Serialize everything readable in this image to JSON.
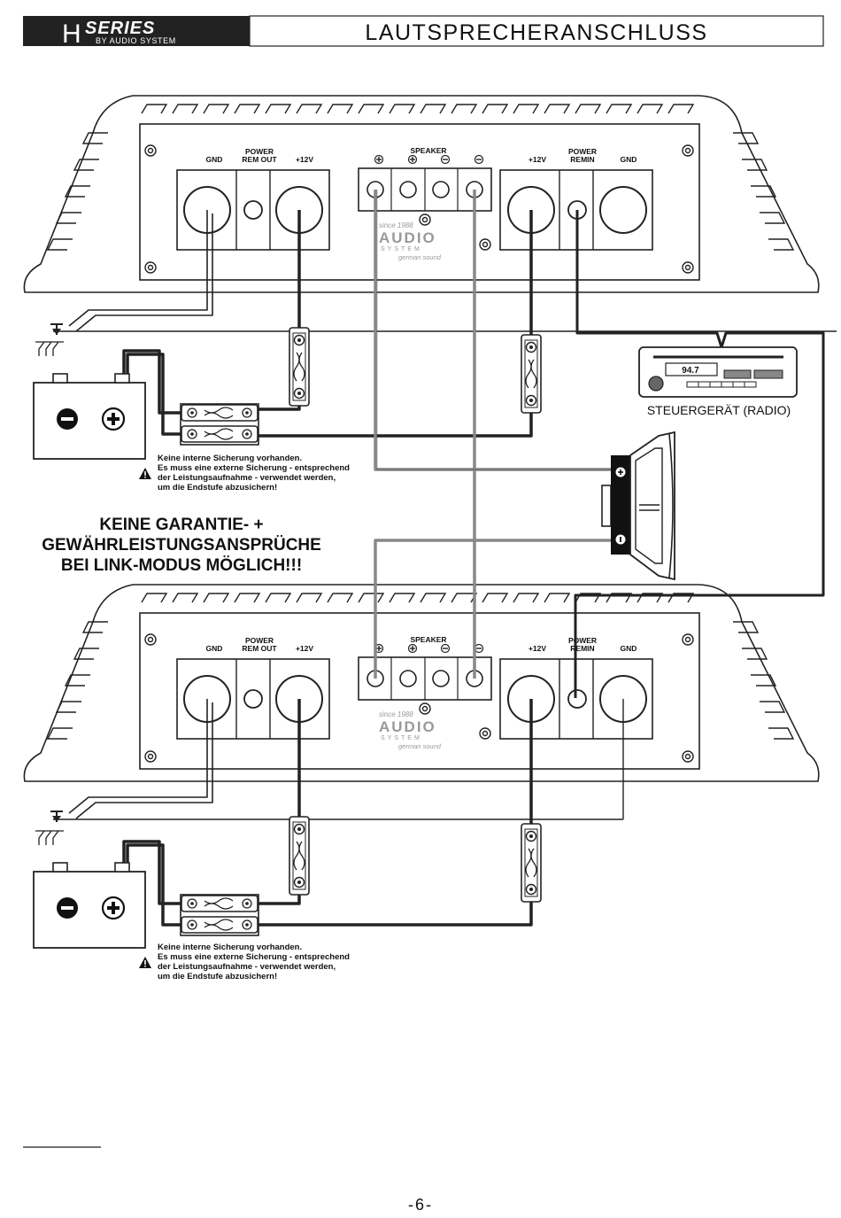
{
  "header": {
    "logo_letter": "H",
    "logo_series": "SERIES",
    "logo_by": "BY AUDIO SYSTEM",
    "title": "LAUTSPRECHERANSCHLUSS"
  },
  "amp_labels": {
    "gnd": "GND",
    "power": "POWER",
    "rem_out": "REM OUT",
    "plus12v": "+12V",
    "speaker": "SPEAKER",
    "remin": "REMIN"
  },
  "brand": {
    "since": "since 1988",
    "audio": "AUDIO",
    "system": "SYSTEM",
    "german": "german sound"
  },
  "radio": {
    "frequency": "94.7",
    "label": "STEUERGERÄT (RADIO)"
  },
  "fuse_note": {
    "line1": "Keine interne Sicherung vorhanden.",
    "line2": "Es muss eine externe Sicherung - entsprechend",
    "line3": "der Leistungsaufnahme - verwendet werden,",
    "line4": "um die Endstufe abzusichern!"
  },
  "warning": {
    "line1": "KEINE GARANTIE- +",
    "line2": "GEWÄHRLEISTUNGSANSPRÜCHE",
    "line3": "BEI LINK-MODUS MÖGLICH!!!"
  },
  "page_number": "-6-"
}
